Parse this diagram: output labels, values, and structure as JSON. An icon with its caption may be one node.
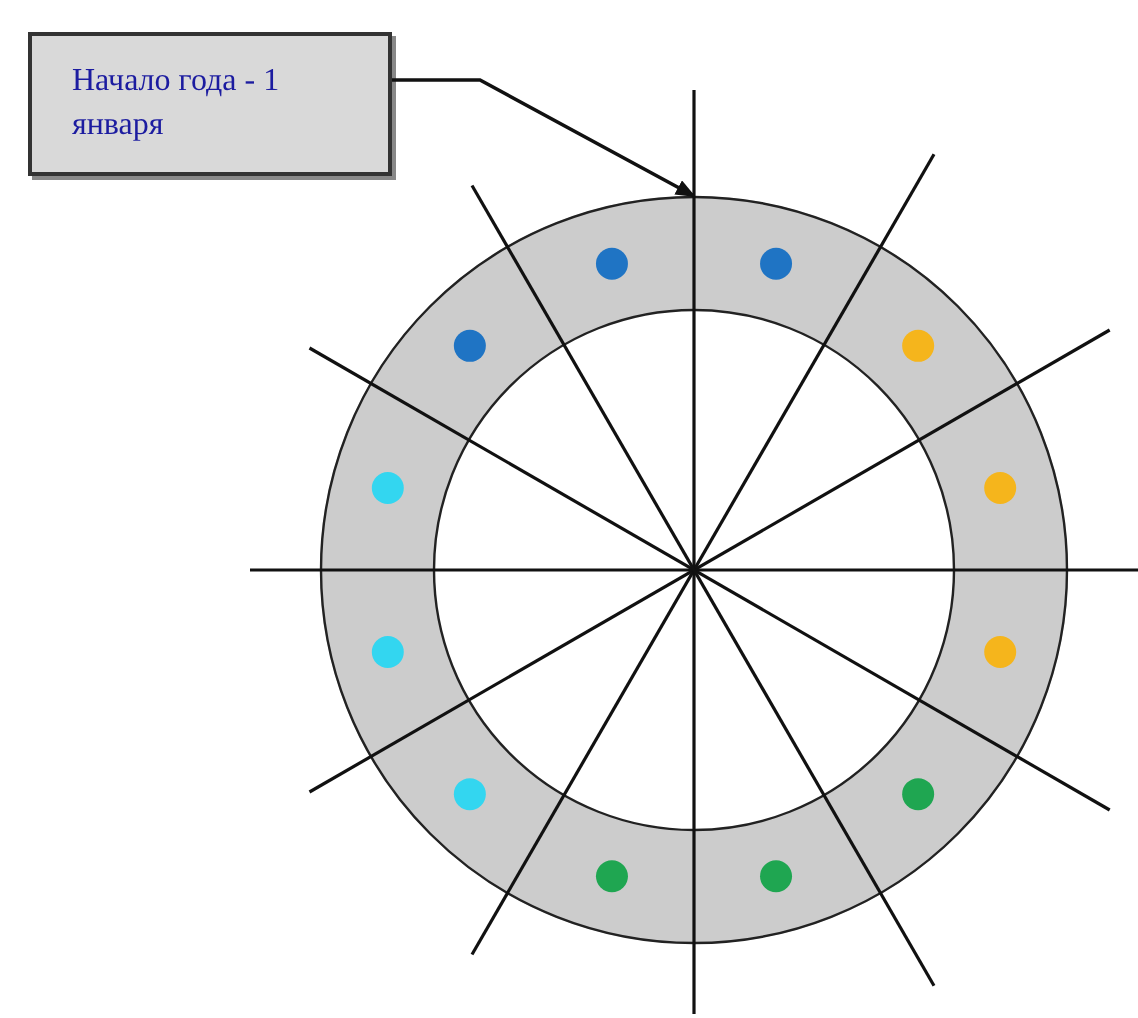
{
  "diagram": {
    "nodes": [
      {
        "text": [
          "Начало года - 1 января"
        ]
      },
      {
        "text": [],
        "shape": "circle"
      }
    ],
    "edges": [
      {
        "from": 0,
        "to": 1,
        "arrow": "to"
      }
    ]
  }
}
